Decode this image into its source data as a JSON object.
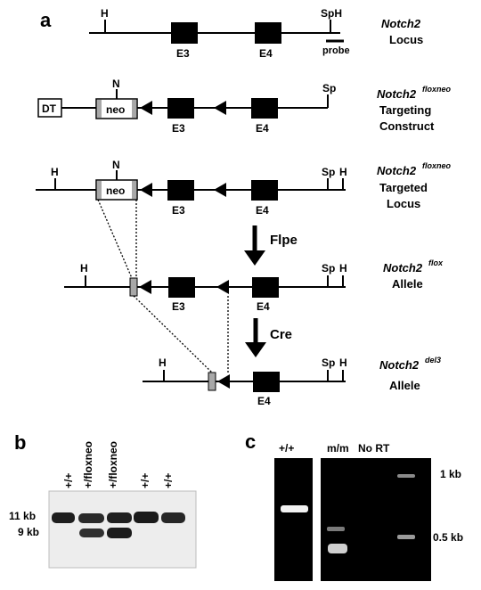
{
  "panels": {
    "a": "a",
    "b": "b",
    "c": "c"
  },
  "sites": {
    "H": "H",
    "N": "N",
    "Sp": "Sp",
    "SpH": "SpH"
  },
  "exons": {
    "e3": "E3",
    "e4": "E4"
  },
  "markers": {
    "neo": "neo",
    "dt": "DT",
    "probe": "probe"
  },
  "constructs": [
    {
      "name": "Notch2",
      "sup": "",
      "desc": "Locus"
    },
    {
      "name": "Notch2",
      "sup": "floxneo",
      "desc": "Targeting",
      "desc2": "Construct"
    },
    {
      "name": "Notch2",
      "sup": "floxneo",
      "desc": "Targeted",
      "desc2": "Locus"
    },
    {
      "name": "Notch2",
      "sup": "flox",
      "desc": "Allele"
    },
    {
      "name": "Notch2",
      "sup": "del3",
      "desc": "Allele"
    }
  ],
  "recombinases": {
    "flpe": "Flpe",
    "cre": "Cre"
  },
  "panel_b": {
    "lanes": [
      "+/+",
      "+/floxneo",
      "+/floxneo",
      "+/+",
      "+/+"
    ],
    "sizes": [
      "11 kb",
      "9 kb"
    ]
  },
  "panel_c": {
    "lanes": [
      "+/+",
      "m/m",
      "No RT"
    ],
    "markers": [
      "1 kb",
      "0.5 kb"
    ]
  },
  "colors": {
    "exon": "#000000",
    "loxp": "#000000",
    "frt": "#a8a8a8",
    "gel_bg": "#000000"
  }
}
